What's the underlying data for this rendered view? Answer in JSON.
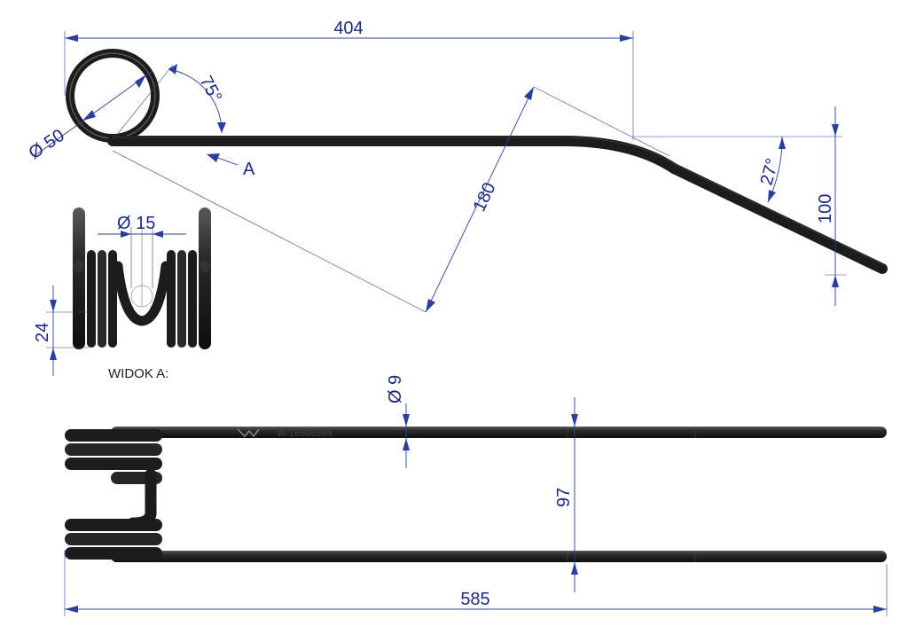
{
  "dimensions": {
    "total_length_top": "404",
    "coil_diameter": "Ø 50",
    "coil_angle": "75°",
    "view_marker": "A",
    "tine_length_diag": "180",
    "bend_angle": "27°",
    "drop_height": "100",
    "inner_diameter": "Ø 15",
    "coil_width": "24",
    "wire_diameter": "Ø 9",
    "tine_spacing": "97",
    "total_length_bottom": "585"
  },
  "labels": {
    "view_a_title": "WIDOK A:",
    "part_number": "W-16606394"
  },
  "colors": {
    "dimension_lines": "#2a3f9d",
    "steel": "#1c1c1c",
    "background": "#ffffff"
  }
}
